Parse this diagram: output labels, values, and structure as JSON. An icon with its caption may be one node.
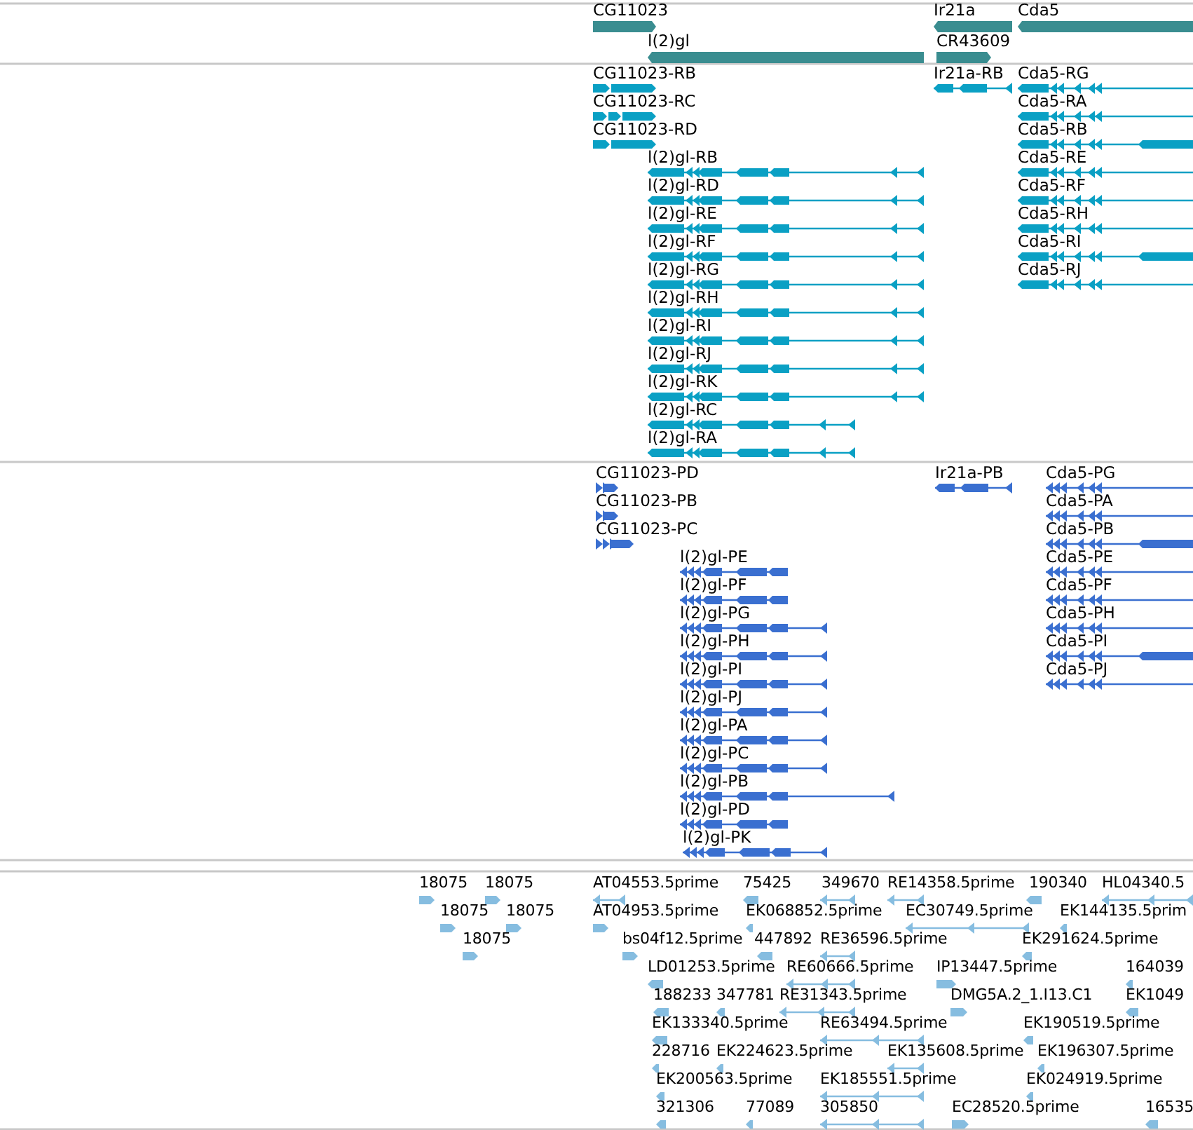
{
  "diagram": {
    "labels": [
      "CG11023",
      "Ir21a",
      "Cda5",
      "l(2)gl",
      "CR43609",
      "CG11023-RB",
      "Ir21a-RB",
      "Cda5-RG",
      "CG11023-RC",
      "Cda5-RA",
      "CG11023-RD",
      "Cda5-RB",
      "l(2)gl-RB",
      "Cda5-RE",
      "l(2)gl-RD",
      "Cda5-RF",
      "l(2)gl-RE",
      "Cda5-RH",
      "l(2)gl-RF",
      "Cda5-RI",
      "l(2)gl-RG",
      "Cda5-RJ",
      "l(2)gl-RH",
      "l(2)gl-RI",
      "l(2)gl-RJ",
      "l(2)gl-RK",
      "l(2)gl-RC",
      "l(2)gl-RA",
      "CG11023-PD",
      "Ir21a-PB",
      "Cda5-PG",
      "CG11023-PB",
      "Cda5-PA",
      "CG11023-PC",
      "Cda5-PB",
      "l(2)gl-PE",
      "Cda5-PE",
      "l(2)gl-PF",
      "Cda5-PF",
      "l(2)gl-PG",
      "Cda5-PH",
      "l(2)gl-PH",
      "Cda5-PI",
      "l(2)gl-PI",
      "Cda5-PJ",
      "l(2)gl-PJ",
      "l(2)gl-PA",
      "l(2)gl-PC",
      "l(2)gl-PB",
      "l(2)gl-PD",
      "l(2)gl-PK",
      "18075",
      "18075",
      "AT04553.5prime",
      "75425",
      "349670",
      "RE14358.5prime",
      "190340",
      "HL04340.5",
      "18075",
      "18075",
      "AT04953.5prime",
      "EK068852.5prime",
      "EC30749.5prime",
      "EK144135.5prim",
      "18075",
      "bs04f12.5prime",
      "447892",
      "RE36596.5prime",
      "EK291624.5prime",
      "LD01253.5prime",
      "RE60666.5prime",
      "IP13447.5prime",
      "164039",
      "188233",
      "347781",
      "RE31343.5prime",
      "DMG5A.2_1.I13.C1",
      "EK1049",
      "EK133340.5prime",
      "RE63494.5prime",
      "EK190519.5prime",
      "228716",
      "EK224623.5prime",
      "EK135608.5prime",
      "EK196307.5prime",
      "EK200563.5prime",
      "EK185551.5prime",
      "EK024919.5prime",
      "321306",
      "77089",
      "305850",
      "EC28520.5prime",
      "16535"
    ]
  }
}
